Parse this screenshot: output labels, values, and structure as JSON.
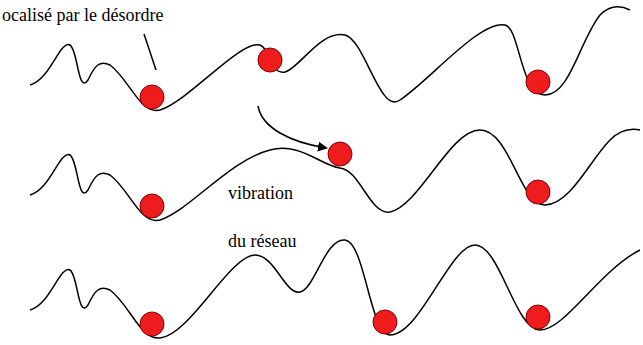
{
  "diagram": {
    "labels": [
      "ocalisé par le désordre",
      "vibration",
      "du réseau"
    ]
  }
}
